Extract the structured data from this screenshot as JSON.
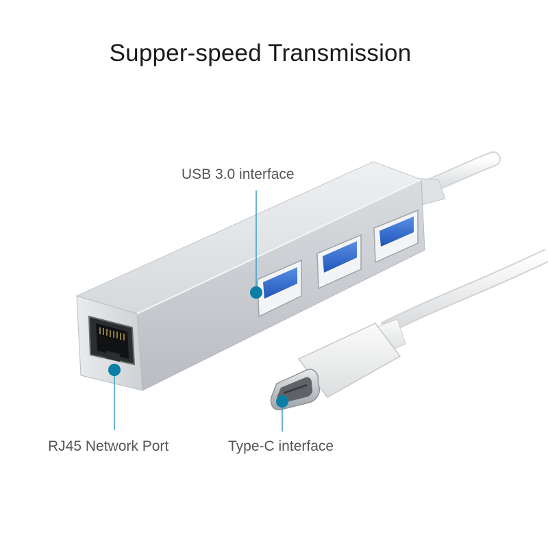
{
  "headline": "Supper-speed Transmission",
  "callouts": {
    "usb": "USB 3.0 interface",
    "rj45": "RJ45 Network Port",
    "typec": "Type-C interface"
  },
  "colors": {
    "callout_dot": "#0a7ea4",
    "callout_line": "#3a9cc4",
    "hub_body": "#c9ccd0",
    "usb_port_blue": "#2f6fd6"
  },
  "icons": [
    "usb-port-icon",
    "rj45-port-icon",
    "usb-c-plug-icon"
  ]
}
